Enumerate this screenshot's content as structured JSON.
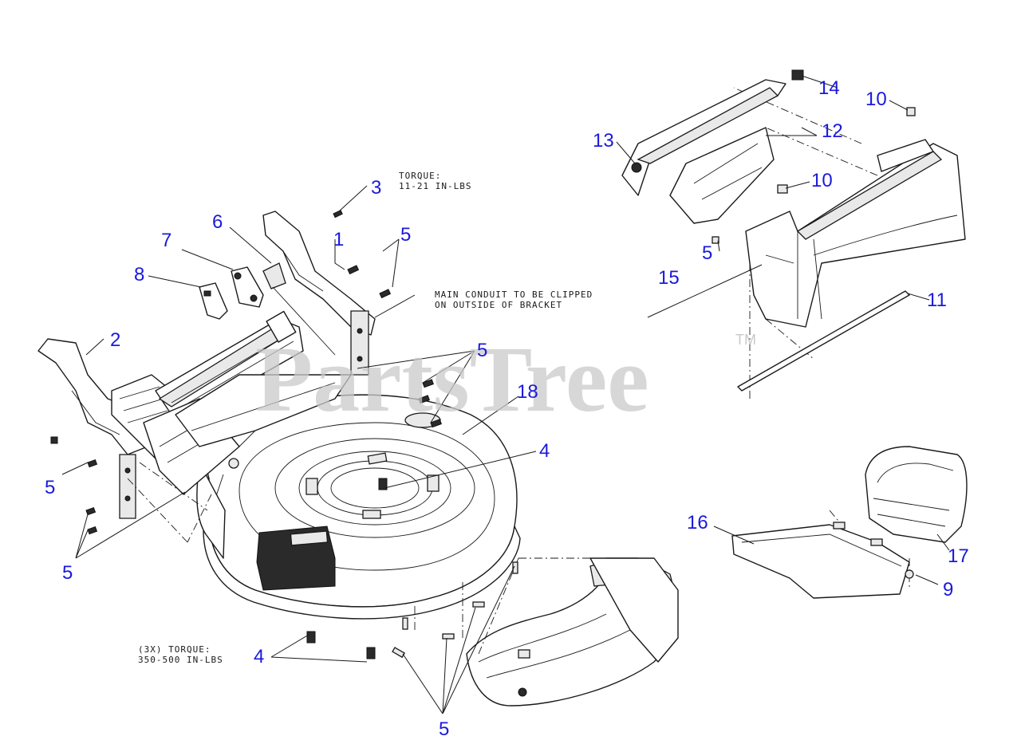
{
  "watermark": {
    "brand": "PartsTree",
    "trademark": "TM"
  },
  "notes": {
    "torque_top_line1": "TORQUE:",
    "torque_top_line2": "11-21 IN-LBS",
    "conduit_line1": "MAIN CONDUIT TO BE CLIPPED",
    "conduit_line2": "ON OUTSIDE OF BRACKET",
    "torque_bottom_line1": "(3X) TORQUE:",
    "torque_bottom_line2": "350-500 IN-LBS"
  },
  "callouts": {
    "c1": "1",
    "c2": "2",
    "c3": "3",
    "c4a": "4",
    "c4b": "4",
    "c5a": "5",
    "c5b": "5",
    "c5c": "5",
    "c5d": "5",
    "c5e": "5",
    "c5f": "5",
    "c6": "6",
    "c7": "7",
    "c8": "8",
    "c9": "9",
    "c10a": "10",
    "c10b": "10",
    "c11": "11",
    "c12": "12",
    "c13": "13",
    "c14": "14",
    "c15": "15",
    "c16": "16",
    "c17": "17",
    "c18": "18"
  },
  "colors": {
    "callout": "#1a1adb",
    "line": "#1a1a1a",
    "watermark": "#c9c9c9"
  }
}
